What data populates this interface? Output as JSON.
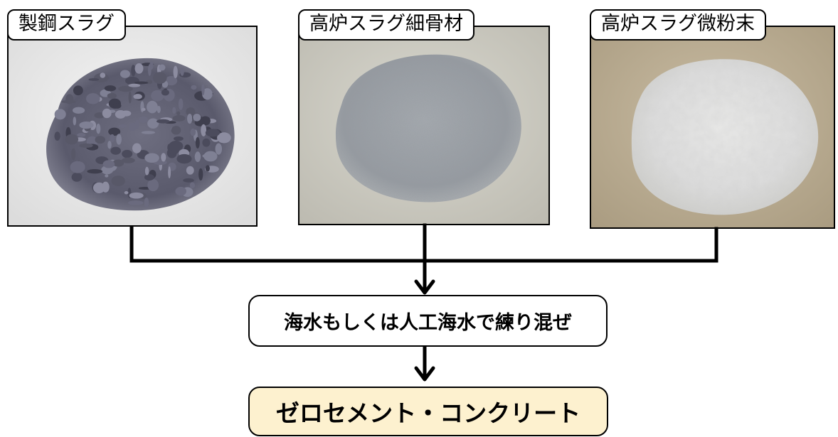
{
  "materials": [
    {
      "label": "製鋼スラグ"
    },
    {
      "label": "高炉スラグ細骨材"
    },
    {
      "label": "高炉スラグ微粉末"
    }
  ],
  "process": {
    "label": "海水もしくは人工海水で練り混ぜ"
  },
  "result": {
    "label": "ゼロセメント・コンクリート"
  },
  "colors": {
    "line": "#000000",
    "result_fill": "#fdf1cf",
    "process_fill": "#ffffff"
  }
}
